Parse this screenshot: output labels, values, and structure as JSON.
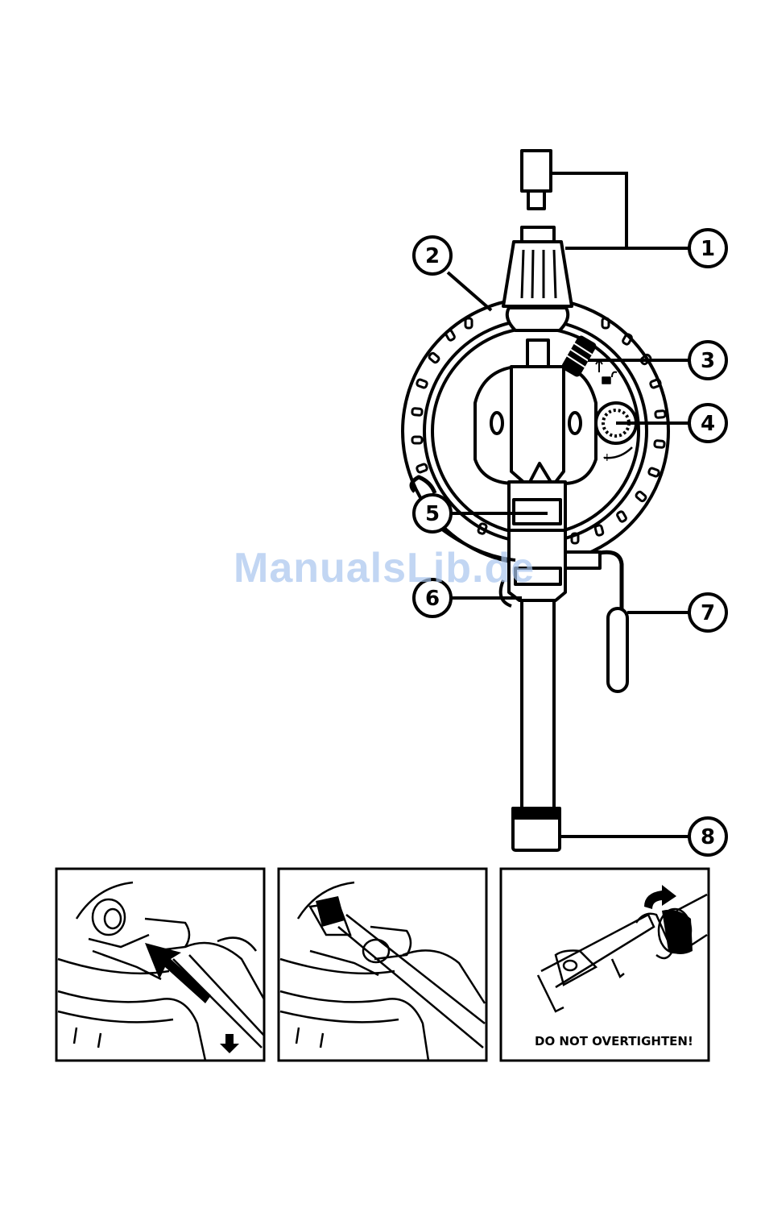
{
  "callouts": [
    "1",
    "2",
    "3",
    "4",
    "5",
    "6",
    "7",
    "8"
  ],
  "watermark": "ManualsLib.de",
  "panels": {
    "panel3_warning": "DO NOT OVERTIGHTEN!"
  },
  "icons": [
    "lock-open-icon",
    "arrow-down-icon",
    "rotate-arrow-icon"
  ]
}
